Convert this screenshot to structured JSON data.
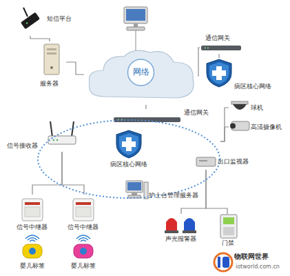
{
  "diagram": {
    "nodes": [
      {
        "text": [
          "短信平台"
        ]
      },
      {
        "text": [
          "服务器"
        ]
      },
      {
        "text": [
          "网络"
        ]
      },
      {
        "text": [
          "通信网关"
        ]
      },
      {
        "text": [
          "病区核心网络"
        ]
      },
      {
        "text": [
          "通信网关"
        ]
      },
      {
        "text": [
          "病区核心网络"
        ]
      },
      {
        "text": [
          "球机"
        ]
      },
      {
        "text": [
          "高清摄像机"
        ]
      },
      {
        "text": [
          "信号接收器"
        ]
      },
      {
        "text": [
          "出口监视器"
        ]
      },
      {
        "text": [
          "护士台管理服务器"
        ]
      },
      {
        "text": [
          "信号中继器"
        ]
      },
      {
        "text": [
          "信号中继器"
        ]
      },
      {
        "text": [
          "婴儿标签"
        ]
      },
      {
        "text": [
          "婴儿标签"
        ]
      },
      {
        "text": [
          "声光报警器"
        ]
      },
      {
        "text": [
          "门禁"
        ]
      }
    ],
    "edges": [
      {
        "from": 0,
        "to": 1,
        "arrow": "none"
      },
      {
        "from": 1,
        "to": 2,
        "arrow": "none"
      },
      {
        "from": 2,
        "to": 3,
        "arrow": "none"
      },
      {
        "from": 3,
        "to": 4,
        "arrow": "none"
      },
      {
        "from": 2,
        "to": 5,
        "arrow": "none"
      },
      {
        "from": 6,
        "to": 7,
        "arrow": "none"
      },
      {
        "from": 6,
        "to": 8,
        "arrow": "none"
      },
      {
        "from": 9,
        "to": 12,
        "arrow": "none"
      },
      {
        "from": 9,
        "to": 13,
        "arrow": "none"
      },
      {
        "from": 10,
        "to": 16,
        "arrow": "none"
      },
      {
        "from": 10,
        "to": 17,
        "arrow": "none"
      }
    ],
    "labels": [
      "物联网世界",
      "iotworld.com.cn"
    ]
  }
}
